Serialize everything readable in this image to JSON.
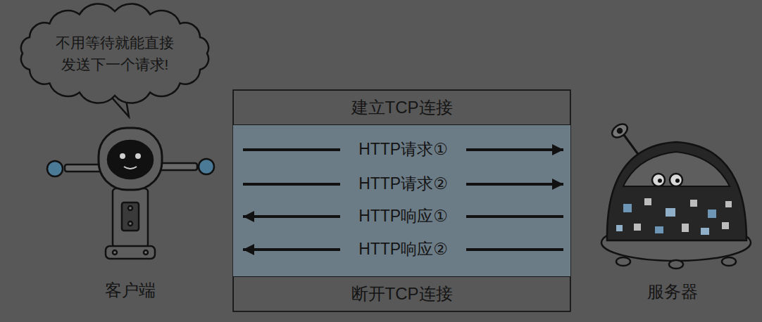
{
  "diagram": {
    "nodes": [
      {
        "text": [
          "不用等待就能直接 发送下一个请求!"
        ]
      },
      {
        "text": [
          "建立TCP连接"
        ]
      },
      {
        "text": [
          "客户端"
        ]
      },
      {
        "text": [
          "服务器"
        ]
      },
      {
        "text": [
          "断开TCP连接"
        ]
      }
    ],
    "edges": [
      {
        "from": 2,
        "to": 3,
        "arrow": "to",
        "label": "HTTP请求①"
      },
      {
        "from": 2,
        "to": 3,
        "arrow": "to",
        "label": "HTTP请求②"
      },
      {
        "from": 3,
        "to": 2,
        "arrow": "to",
        "label": "HTTP响应①"
      },
      {
        "from": 3,
        "to": 2,
        "arrow": "to",
        "label": "HTTP响应②"
      }
    ]
  }
}
